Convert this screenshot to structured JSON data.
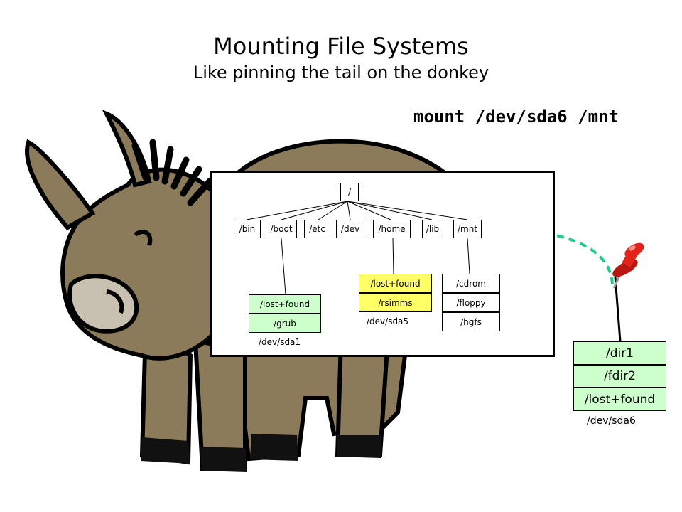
{
  "title": "Mounting File Systems",
  "subtitle": "Like pinning the tail on the donkey",
  "command": "mount /dev/sda6 /mnt",
  "colors": {
    "donkey_body": "#8b7b5a",
    "donkey_muzzle": "#c8c0b0",
    "green_dir": "#ccffcc",
    "yellow_dir": "#ffff66",
    "pin_red": "#e2231a",
    "arrow": "#22cc88"
  },
  "root": "/",
  "top_dirs": [
    "/bin",
    "/boot",
    "/etc",
    "/dev",
    "/home",
    "/lib",
    "/mnt"
  ],
  "sda1": {
    "dirs": [
      "/lost+found",
      "/grub"
    ],
    "label": "/dev/sda1"
  },
  "sda5": {
    "dirs": [
      "/lost+found",
      "/rsimms"
    ],
    "label": "/dev/sda5"
  },
  "mnt_dirs": [
    "/cdrom",
    "/floppy",
    "/hgfs"
  ],
  "sda6": {
    "dirs": [
      "/dir1",
      "/fdir2",
      "/lost+found"
    ],
    "label": "/dev/sda6"
  },
  "icons": {
    "pin": "pushpin-icon",
    "arrow": "dashed-arrow"
  }
}
